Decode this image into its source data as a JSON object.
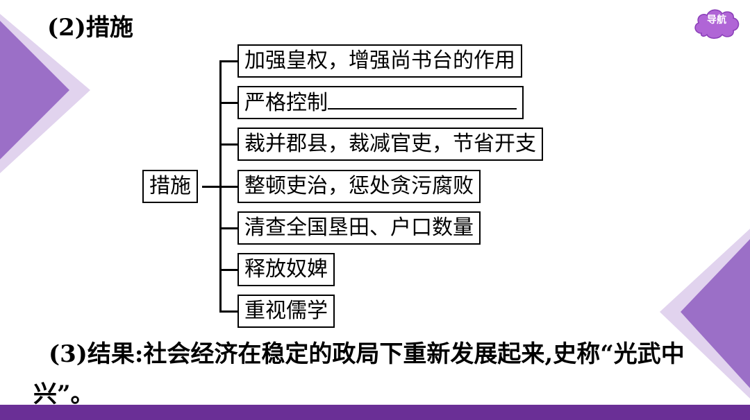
{
  "heading": "(2)措施",
  "nav": {
    "label": "导航"
  },
  "diagram": {
    "root": "措施",
    "items": [
      "加强皇权，增强尚书台的作用",
      "严格控制",
      "裁并郡县，裁减官吏，节省开支",
      "整顿吏治，惩处贪污腐败",
      "清查全国垦田、户口数量",
      "释放奴婢",
      "重视儒学"
    ]
  },
  "result": "(3)结果:社会经济在稳定的政局下重新发展起来,史称“光武中兴”。",
  "colors": {
    "accent": "#6a2f96",
    "triangle_dark": "#8c5cb8",
    "triangle_light": "#c9b3de",
    "nav_bg": "#b065d6"
  }
}
